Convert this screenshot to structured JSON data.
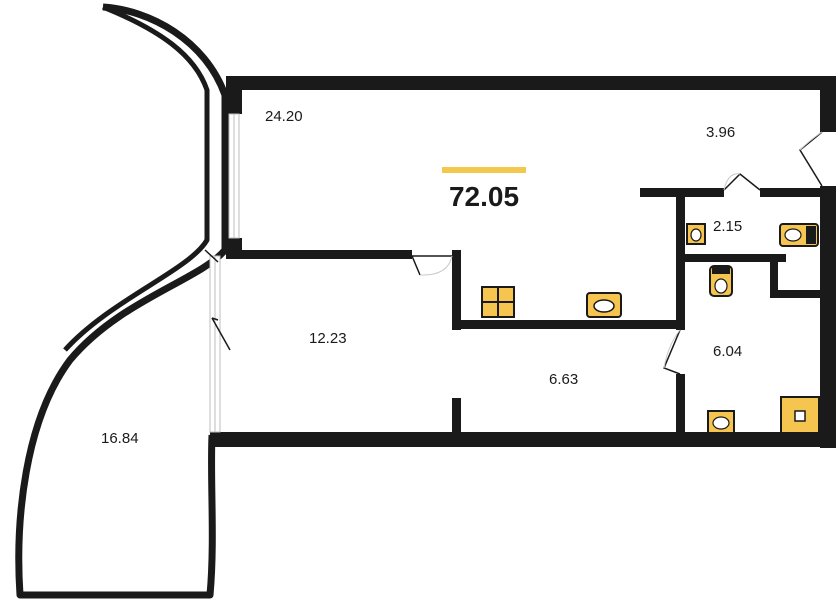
{
  "plan": {
    "total_area": "72.05",
    "accent_color": "#F2C94C",
    "fixture_color": "#F5C54F",
    "wall_color": "#1A1A1A",
    "rooms": [
      {
        "id": "living",
        "area": "24.20"
      },
      {
        "id": "hall",
        "area": "3.96"
      },
      {
        "id": "wc",
        "area": "2.15"
      },
      {
        "id": "bedroom",
        "area": "12.23"
      },
      {
        "id": "kitchen",
        "area": "6.63"
      },
      {
        "id": "bathroom",
        "area": "6.04"
      },
      {
        "id": "terrace",
        "area": "16.84"
      }
    ]
  }
}
